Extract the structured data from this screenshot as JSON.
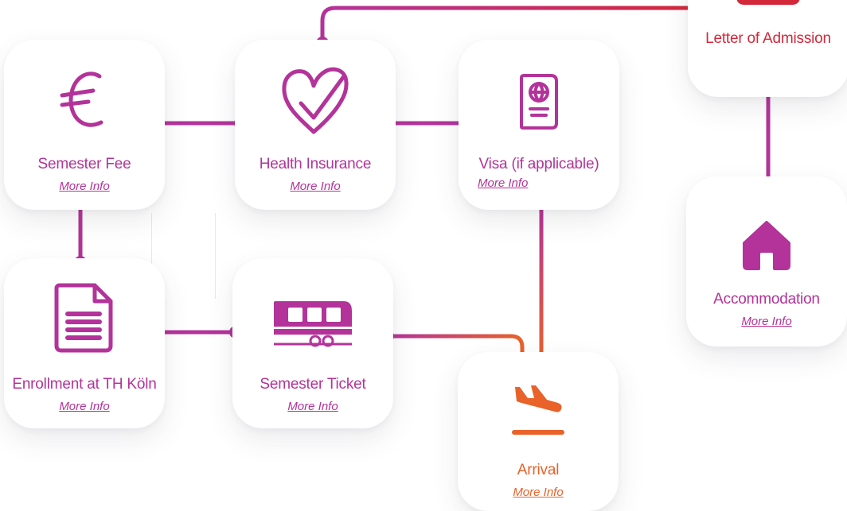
{
  "colors": {
    "magenta": "#b3339a",
    "orange": "#e8622a",
    "red": "#d3283a"
  },
  "cards": {
    "semester_fee": {
      "label": "Semester Fee",
      "link": "More Info",
      "icon": "euro-icon"
    },
    "health_insurance": {
      "label": "Health Insurance",
      "link": "More Info",
      "icon": "heart-icon"
    },
    "visa": {
      "label": "Visa (if applicable)",
      "link": "More Info",
      "icon": "passport-icon"
    },
    "letter_of_admission": {
      "label": "Letter of Admission",
      "icon": "letter-icon"
    },
    "accommodation": {
      "label": "Accommodation",
      "link": "More Info",
      "icon": "house-icon"
    },
    "enrollment": {
      "label": "Enrollment at TH Köln",
      "link": "More Info",
      "icon": "document-icon"
    },
    "semester_ticket": {
      "label": "Semester Ticket",
      "link": "More Info",
      "icon": "train-icon"
    },
    "arrival": {
      "label": "Arrival",
      "link": "More Info",
      "icon": "plane-landing-icon"
    }
  }
}
